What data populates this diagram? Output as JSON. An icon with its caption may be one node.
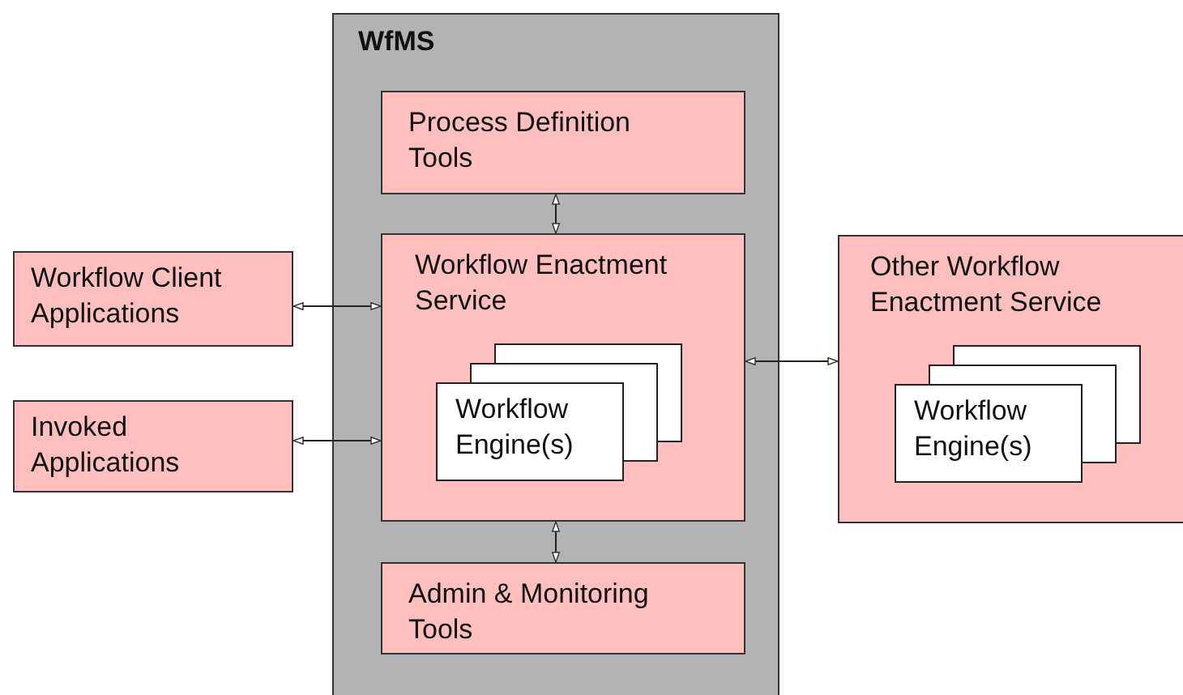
{
  "diagram": {
    "nodes": [
      {
        "text": [
          "WfMS"
        ]
      },
      {
        "text": [
          "Process Definition Tools"
        ],
        "in": 0
      },
      {
        "text": [
          "Workflow Enactment Service"
        ],
        "in": 0
      },
      {
        "text": [
          "Workflow Engine(s)"
        ],
        "in": 2
      },
      {
        "text": [
          "Admin & Monitoring Tools"
        ],
        "in": 0
      },
      {
        "text": [
          "Workflow Client Applications"
        ]
      },
      {
        "text": [
          "Invoked Applications"
        ]
      },
      {
        "text": [
          "Other Workflow Enactment Service"
        ]
      },
      {
        "text": [
          "Workflow Engine(s)"
        ],
        "in": 7
      }
    ],
    "edges": [
      {
        "from": 1,
        "to": 2,
        "arrow": "both"
      },
      {
        "from": 5,
        "to": 2,
        "arrow": "both"
      },
      {
        "from": 6,
        "to": 2,
        "arrow": "both"
      },
      {
        "from": 2,
        "to": 7,
        "arrow": "both"
      },
      {
        "from": 2,
        "to": 4,
        "arrow": "both"
      }
    ]
  }
}
